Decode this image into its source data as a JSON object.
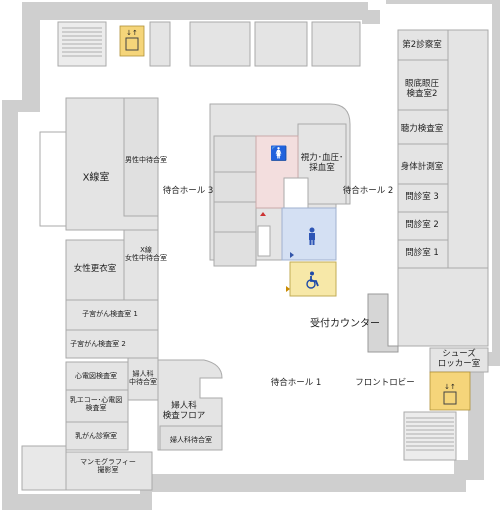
{
  "colors": {
    "floor": "#ffffff",
    "room": "#e4e4e4",
    "wall": "#b4b4b4",
    "outer": "#cfcfcf",
    "womens_wc": "#f3dede",
    "mens_wc": "#d4e0f3",
    "accessible_wc": "#f7e8a8",
    "elevator": "#f5d57a",
    "stairs": "#ffffff"
  },
  "icons": {
    "elevator_top": "elevator-icon",
    "elevator_bottom": "elevator-icon",
    "womens_toilet": "female-toilet-icon",
    "mens_toilet": "male-toilet-icon",
    "accessible_toilet": "wheelchair-icon"
  },
  "rooms": {
    "clinic2": "第2診察室",
    "eye_pressure_1": "眼底眼圧",
    "eye_pressure_2": "検査室2",
    "hearing": "聴力検査室",
    "body_measure": "身体計測室",
    "interview3": "問診室 3",
    "interview2": "問診室 2",
    "interview1": "問診室 1",
    "vision_1": "視力･血圧･",
    "vision_2": "採血室",
    "xray": "X線室",
    "mens_waiting": "男性中待合室",
    "xray_womens_waiting_1": "X線",
    "xray_womens_waiting_2": "女性中待合室",
    "womens_changing": "女性更衣室",
    "cervical1": "子宮がん検査室 1",
    "cervical2": "子宮がん検査室 2",
    "ecg": "心電図検査室",
    "gyn_waiting_1": "婦人科",
    "gyn_waiting_2": "中待合室",
    "breast_echo_1": "乳エコー･心電図",
    "breast_echo_2": "検査室",
    "breast_exam": "乳がん診察室",
    "mammography_1": "マンモグラフィー",
    "mammography_2": "撮影室",
    "gyn_floor_1": "婦人科",
    "gyn_floor_2": "検査フロア",
    "gyn_wait": "婦人科待合室",
    "shoes_locker_1": "シューズ",
    "shoes_locker_2": "ロッカー室"
  },
  "areas": {
    "hall3": "待合ホール 3",
    "hall2": "待合ホール 2",
    "hall1": "待合ホール 1",
    "reception": "受付カウンター",
    "front_lobby": "フロントロビー"
  }
}
